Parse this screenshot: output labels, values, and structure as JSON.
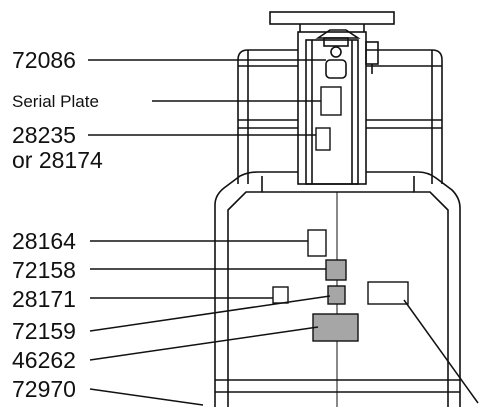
{
  "labels": {
    "part_72086": "72086",
    "serial_plate": "Serial Plate",
    "part_28235": "28235",
    "part_28174_alt": "or 28174",
    "part_28164": "28164",
    "part_72158": "72158",
    "part_28171": "28171",
    "part_72159": "72159",
    "part_46262": "46262",
    "part_72970": "72970"
  },
  "colors": {
    "line": "#111111",
    "decal_fill": "#a6a6a6",
    "background": "#ffffff"
  }
}
